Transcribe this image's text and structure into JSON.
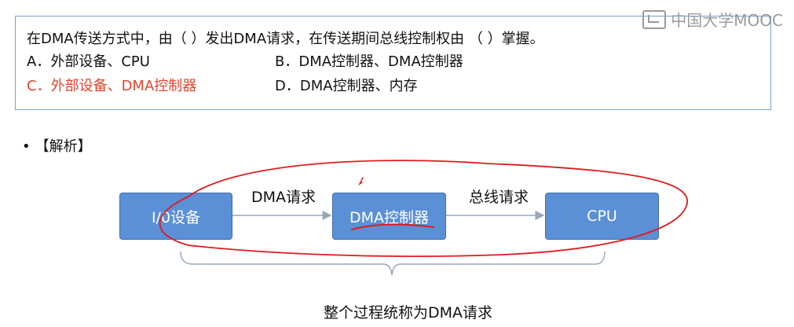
{
  "watermark": {
    "text": "中国大学MOOC",
    "icon": "mooc-logo-icon"
  },
  "question": {
    "stem": "在DMA传送方式中，由（    ）发出DMA请求，在传送期间总线控制权由 （    ）掌握。",
    "options": [
      {
        "label": "A．外部设备、CPU"
      },
      {
        "label": "B．DMA控制器、DMA控制器"
      },
      {
        "label": "C．外部设备、DMA控制器"
      },
      {
        "label": "D．DMA控制器、内存"
      }
    ],
    "highlight_color": "#e0442d"
  },
  "analysis": {
    "bullet": "•",
    "title": "【解析】"
  },
  "diagram": {
    "nodes": [
      {
        "label": "I/0设备"
      },
      {
        "label": "DMA控制器"
      },
      {
        "label": "CPU"
      }
    ],
    "edges": [
      {
        "label": "DMA请求"
      },
      {
        "label": "总线请求"
      }
    ],
    "node_color": "#5b8fd6",
    "annotation_color": "#e11b1b",
    "caption": "整个过程统称为DMA请求"
  }
}
